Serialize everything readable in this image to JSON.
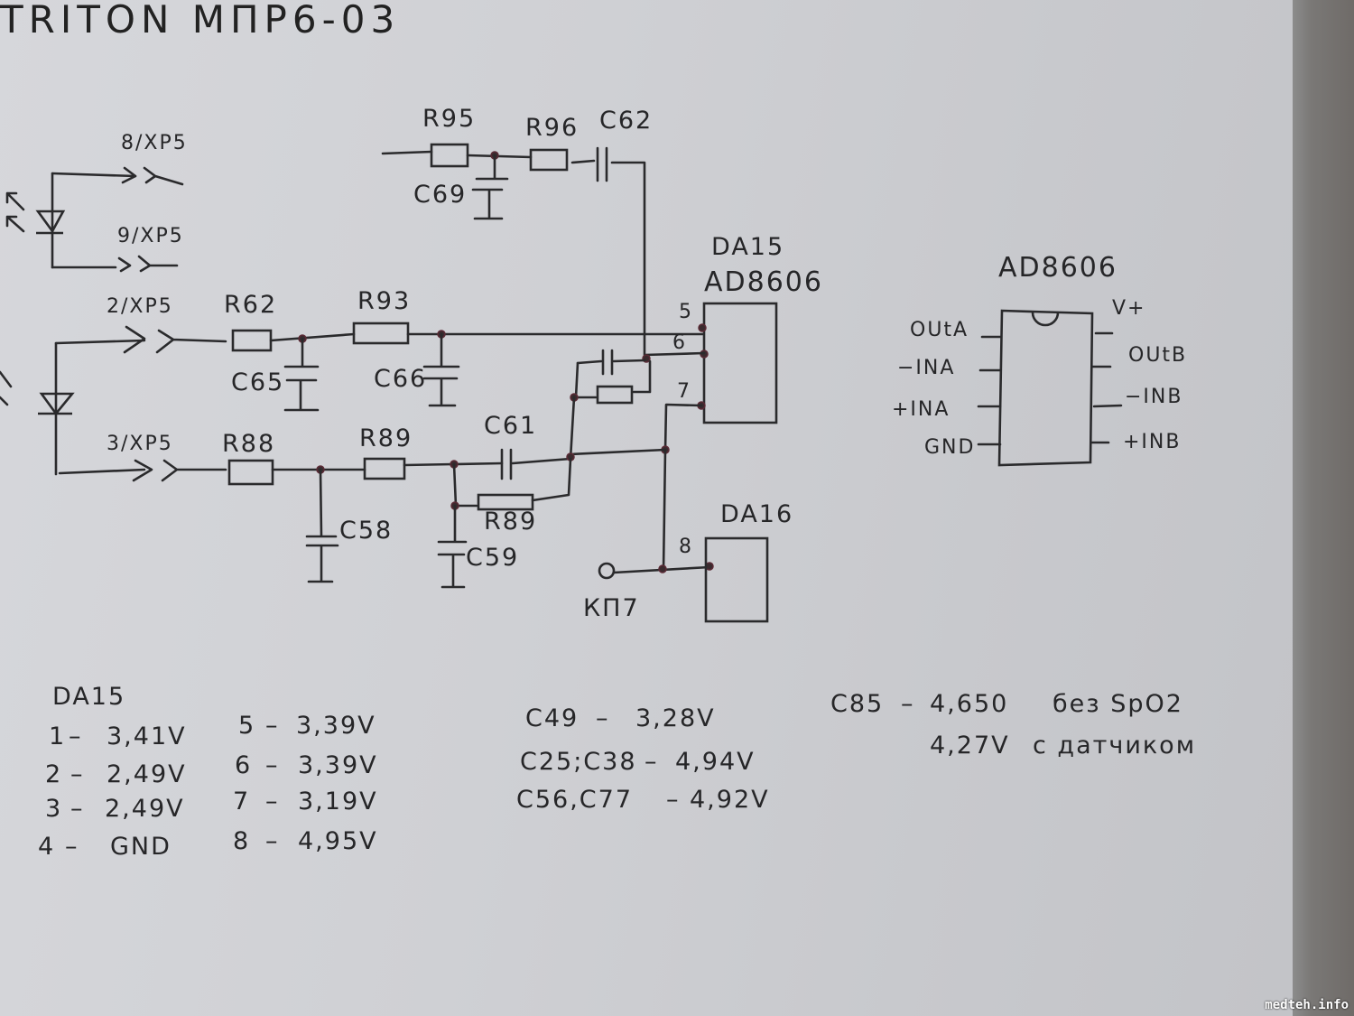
{
  "title": "TRITON МПР6-03",
  "watermark": "medteh.info",
  "schematic": {
    "connectors": {
      "c8": "8/XP5",
      "c9": "9/XP5",
      "c2": "2/XP5",
      "c3": "3/XP5"
    },
    "components": {
      "R95": "R95",
      "R96": "R96",
      "C62": "C62",
      "C69": "C69",
      "R62": "R62",
      "R93": "R93",
      "C65": "C65",
      "C66": "C66",
      "R88": "R88",
      "R89a": "R89",
      "R89b": "R89",
      "C61": "C61",
      "C58": "C58",
      "C59": "C59",
      "KT7": "КП7"
    },
    "da15": {
      "ref": "DA15",
      "part": "AD8606",
      "pins": {
        "p5": "5",
        "p6": "6",
        "p7": "7"
      }
    },
    "da16": {
      "ref": "DA16",
      "pins": {
        "p8": "8"
      }
    }
  },
  "pinout": {
    "part": "AD8606",
    "left_pins": [
      "OUtA",
      "−INA",
      "+INA",
      "GND"
    ],
    "right_pins": [
      "V+",
      "OUtB",
      "−INB",
      "+INB"
    ]
  },
  "measurements": {
    "da15_title": "DA15",
    "da15_pins": [
      {
        "pin": "1",
        "value": "3,41V"
      },
      {
        "pin": "2",
        "value": "2,49V"
      },
      {
        "pin": "3",
        "value": "2,49V"
      },
      {
        "pin": "4",
        "value": "GND"
      },
      {
        "pin": "5",
        "value": "3,39V"
      },
      {
        "pin": "6",
        "value": "3,39V"
      },
      {
        "pin": "7",
        "value": "3,19V"
      },
      {
        "pin": "8",
        "value": "4,95V"
      }
    ],
    "caps": [
      {
        "label": "C49",
        "value": "3,28V"
      },
      {
        "label": "C25;C38",
        "value": "4,94V"
      },
      {
        "label": "C56,C77",
        "value": "4,92V"
      }
    ],
    "c85": {
      "label": "C85",
      "value_without": "4,650",
      "note_without": "без SpO2",
      "value_with": "4,27V",
      "note_with": "с датчиком"
    }
  }
}
